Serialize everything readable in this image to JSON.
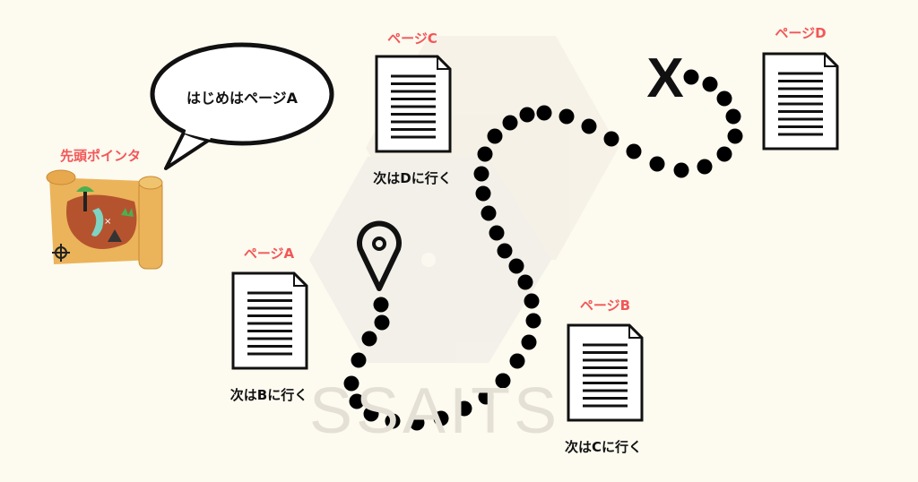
{
  "head_pointer_label": "先頭ポインタ",
  "speech_bubble": "はじめはページA",
  "pages": [
    {
      "name": "ページA",
      "next": "次はBに行く"
    },
    {
      "name": "ページB",
      "next": "次はCに行く"
    },
    {
      "name": "ページC",
      "next": "次はDに行く"
    },
    {
      "name": "ページD"
    }
  ],
  "goal_mark": "X",
  "watermark": "SSAITS",
  "colors": {
    "background": "#fdfaf0",
    "label_red": "#f25757",
    "ink": "#111111"
  }
}
